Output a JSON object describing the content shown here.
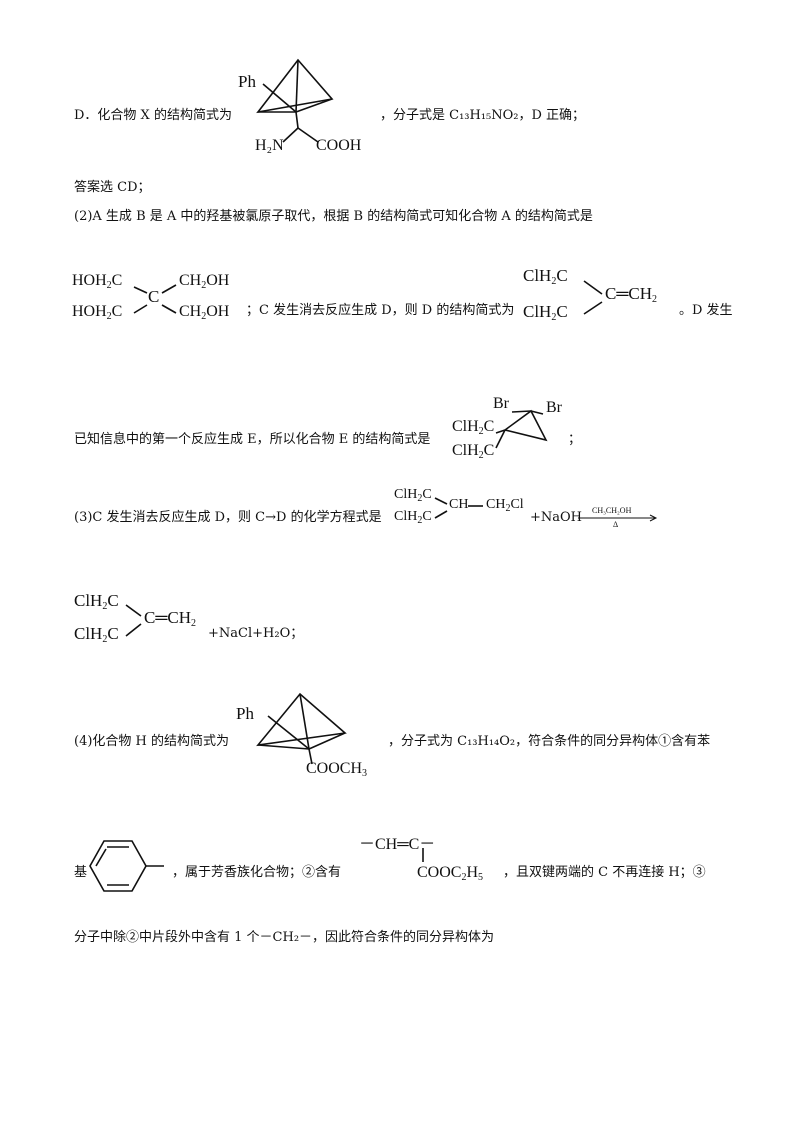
{
  "lines": {
    "d_lead": "D．化合物 X 的结构简式为",
    "d_formula": "，分子式是 C₁₃H₁₅NO₂，D 正确；",
    "answer": "答案选 CD；",
    "q2_intro": "(2)A 生成 B 是 A 中的羟基被氯原子取代，根据 B 的结构简式可知化合物 A 的结构简式是",
    "q2_mid": "；C 发生消去反应生成 D，则 D 的结构简式为",
    "q2_tail": "。D 发生",
    "q2_e": "已知信息中的第一个反应生成 E，所以化合物 E 的结构简式是",
    "q2_e_end": "；",
    "q3_lead": "(3)C 发生消去反应生成 D，则 C→D 的化学方程式是",
    "q3_naoh": "+NaOH",
    "q3_products": "+NaCl+H₂O；",
    "q4_lead": "(4)化合物 H 的结构简式为",
    "q4_formula": "，分子式为 C₁₃H₁₄O₂，符合条件的同分异构体①含有苯",
    "q4_ji": "基",
    "q4_cond2": "，属于芳香族化合物；②含有",
    "q4_cond3": "，且双键两端的 C 不再连接 H；③",
    "q4_last": "分子中除②中片段外中含有 1 个－CH₂－，因此符合条件的同分异构体为"
  },
  "chem": {
    "ph": "Ph",
    "h2n": "H₂N",
    "cooh": "COOH",
    "hoh2c": "HOH₂C",
    "ch2oh": "CH₂OH",
    "c": "C",
    "clh2c": "ClH₂C",
    "c_eq_ch2": "C═CH₂",
    "ch2cl": "CH₂Cl",
    "ch": "CH",
    "br": "Br",
    "cooch3": "COOCH₃",
    "ch_eq_c": "－CH═C－",
    "cooc2h5": "COOC₂H₅",
    "arrow_top": "CH₃CH₂OH",
    "arrow_bottom": "Δ"
  }
}
